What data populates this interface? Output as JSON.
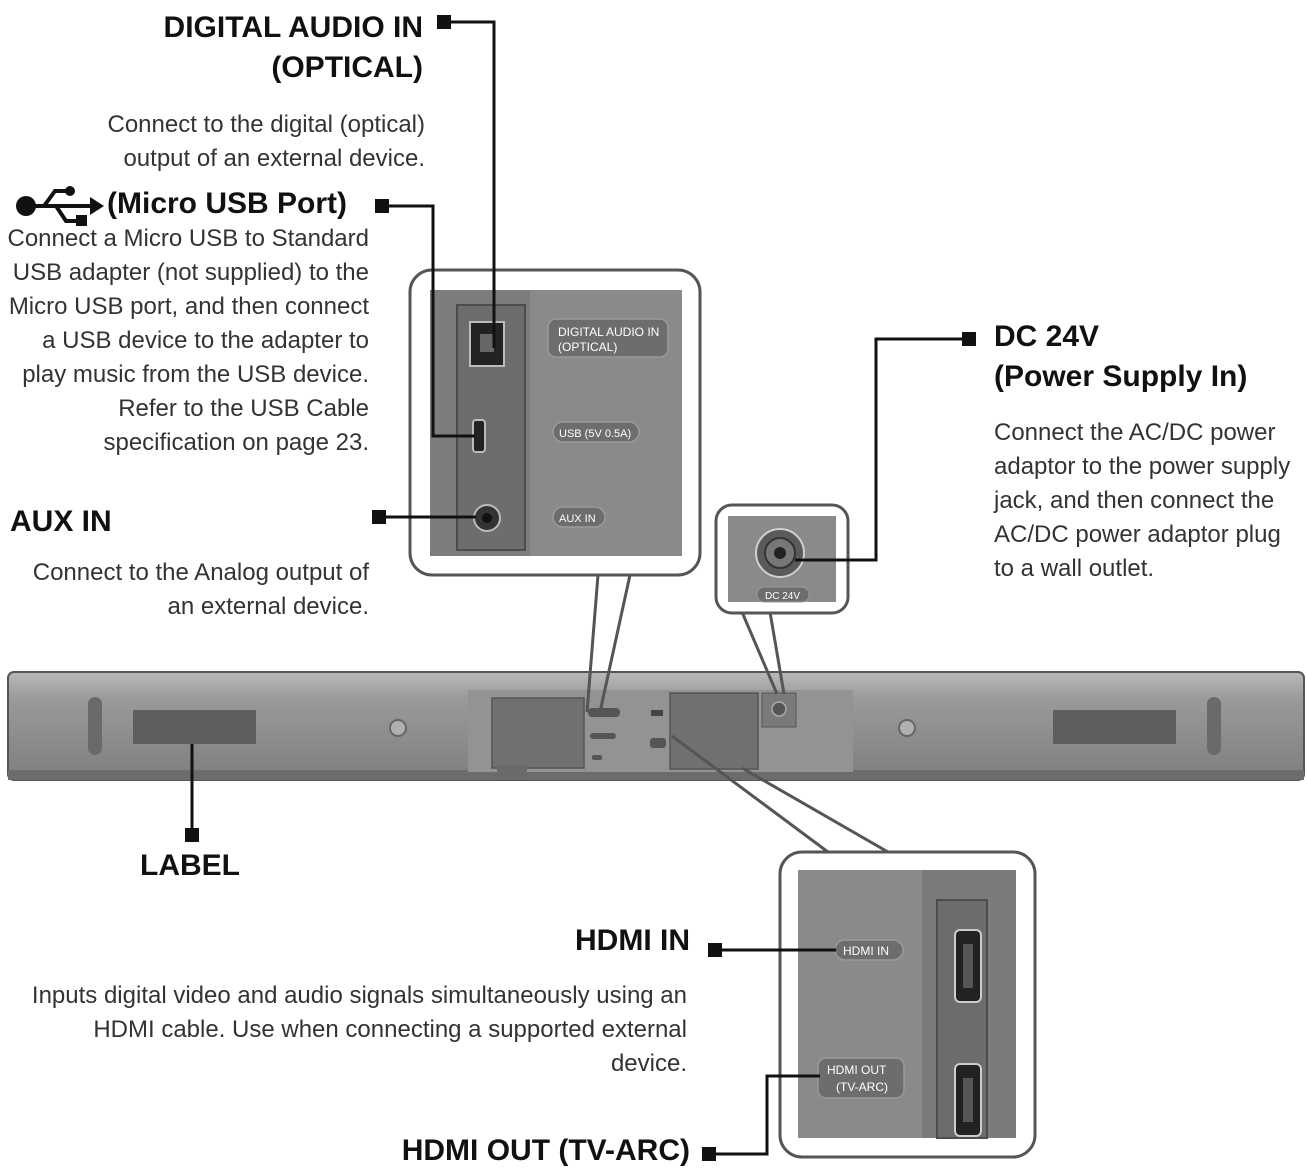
{
  "callouts": {
    "digital_audio_in": {
      "title_line1": "DIGITAL AUDIO IN",
      "title_line2": "(OPTICAL)",
      "description": "Connect to the digital (optical) output of an external device."
    },
    "micro_usb": {
      "title": "(Micro USB Port)",
      "description": "Connect a Micro USB to Standard USB adapter (not supplied) to the Micro USB port, and then connect a USB device to the adapter to play music from the USB device. Refer to the USB Cable specification on page 23."
    },
    "aux_in": {
      "title": "AUX IN",
      "description": "Connect to the Analog output of an external device."
    },
    "dc_24v": {
      "title_line1": "DC 24V",
      "title_line2": "(Power Supply In)",
      "description": "Connect the AC/DC power adaptor to the power supply jack, and then connect the AC/DC power adaptor plug to a wall outlet."
    },
    "label": {
      "title": "LABEL"
    },
    "hdmi_in": {
      "title": "HDMI IN",
      "description": "Inputs digital video and audio signals simultaneously using an HDMI cable. Use when connecting a supported external device."
    },
    "hdmi_out": {
      "title": "HDMI OUT (TV-ARC)"
    }
  },
  "panel_labels": {
    "digital_audio_in_line1": "DIGITAL AUDIO IN",
    "digital_audio_in_line2": "(OPTICAL)",
    "usb": "USB (5V 0.5A)",
    "aux_in": "AUX IN",
    "dc_24v": "DC 24V",
    "hdmi_in": "HDMI IN",
    "hdmi_out_line1": "HDMI OUT",
    "hdmi_out_line2": "(TV-ARC)"
  },
  "icons": {
    "usb": "usb-trident-icon"
  },
  "colors": {
    "panel": "#858585",
    "bar": "#8e8e8e",
    "label_pill": "#6d6d6d",
    "leader": "#111111"
  }
}
